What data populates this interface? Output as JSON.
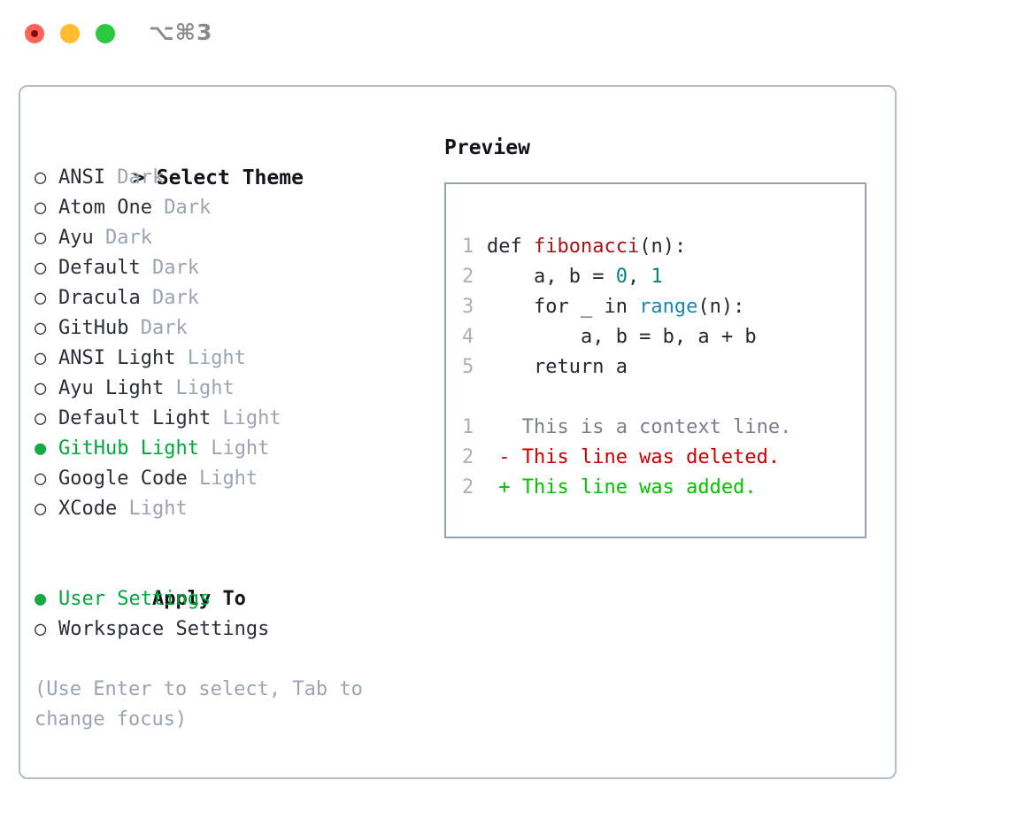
{
  "titlebar": {
    "shortcut": "⌥⌘3",
    "controls": [
      "close-red",
      "minimize-yellow",
      "maximize-green"
    ]
  },
  "left": {
    "header": {
      "caret": ">",
      "title": "Select Theme"
    },
    "bullet_on": "●",
    "bullet_off": "○",
    "themes": [
      {
        "name": "ANSI",
        "tag": "Dark",
        "selected": false
      },
      {
        "name": "Atom One",
        "tag": "Dark",
        "selected": false
      },
      {
        "name": "Ayu",
        "tag": "Dark",
        "selected": false
      },
      {
        "name": "Default",
        "tag": "Dark",
        "selected": false
      },
      {
        "name": "Dracula",
        "tag": "Dark",
        "selected": false
      },
      {
        "name": "GitHub",
        "tag": "Dark",
        "selected": false
      },
      {
        "name": "ANSI Light",
        "tag": "Light",
        "selected": false
      },
      {
        "name": "Ayu Light",
        "tag": "Light",
        "selected": false
      },
      {
        "name": "Default Light",
        "tag": "Light",
        "selected": false
      },
      {
        "name": "GitHub Light",
        "tag": "Light",
        "selected": true
      },
      {
        "name": "Google Code",
        "tag": "Light",
        "selected": false
      },
      {
        "name": "XCode",
        "tag": "Light",
        "selected": false
      }
    ],
    "apply_to": {
      "header": "Apply To",
      "options": [
        {
          "name": "User Settings",
          "selected": true
        },
        {
          "name": "Workspace Settings",
          "selected": false
        }
      ]
    },
    "hint": "(Use Enter to select, Tab to change focus)"
  },
  "right": {
    "title": "Preview",
    "code": [
      {
        "ln": "1",
        "tokens": [
          {
            "t": "def ",
            "c": "plain"
          },
          {
            "t": "fibonacci",
            "c": "fn"
          },
          {
            "t": "(n):",
            "c": "plain"
          }
        ]
      },
      {
        "ln": "2",
        "tokens": [
          {
            "t": "    a, b = ",
            "c": "plain"
          },
          {
            "t": "0",
            "c": "num"
          },
          {
            "t": ", ",
            "c": "plain"
          },
          {
            "t": "1",
            "c": "num"
          }
        ]
      },
      {
        "ln": "3",
        "tokens": [
          {
            "t": "    for _ in ",
            "c": "plain"
          },
          {
            "t": "range",
            "c": "bi"
          },
          {
            "t": "(n):",
            "c": "plain"
          }
        ]
      },
      {
        "ln": "4",
        "tokens": [
          {
            "t": "        a, b = b, a + b",
            "c": "plain"
          }
        ]
      },
      {
        "ln": "5",
        "tokens": [
          {
            "t": "    return a",
            "c": "plain"
          }
        ]
      }
    ],
    "diff": [
      {
        "ln": "1",
        "marker": " ",
        "text": "This is a context line.",
        "kind": "ctx"
      },
      {
        "ln": "2",
        "marker": "-",
        "text": "This line was deleted.",
        "kind": "del"
      },
      {
        "ln": "2",
        "marker": "+",
        "text": "This line was added.",
        "kind": "add"
      }
    ]
  },
  "colors": {
    "accent_green": "#00a83c",
    "bullet_green": "#16a944",
    "muted": "#9aa4b4",
    "panel_border": "#b2bcc9",
    "preview_border": "#96a2b2",
    "syntax_function": "#a31515",
    "syntax_number": "#0b8080",
    "syntax_builtin": "#1487b8",
    "diff_deleted": "#cc0000",
    "diff_added": "#00c400",
    "line_number": "#a8b0bd"
  }
}
